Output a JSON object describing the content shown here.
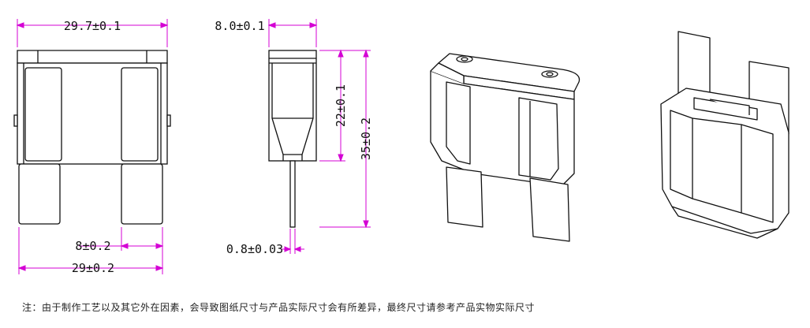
{
  "colors": {
    "outline": "#111111",
    "dimension_line": "#d400d4",
    "fill": "#ffffff"
  },
  "dimensions": {
    "top_width": "29.7±0.1",
    "side_thickness": "8.0±0.1",
    "body_height": "22±0.1",
    "overall_height": "35±0.2",
    "terminal_width": "8±0.2",
    "bottom_width": "29±0.2",
    "terminal_thickness": "0.8±0.03"
  },
  "note": "注：由于制作工艺以及其它外在因素，会导致图纸尺寸与产品实际尺寸会有所差异，最终尺寸请参考产品实物实际尺寸"
}
